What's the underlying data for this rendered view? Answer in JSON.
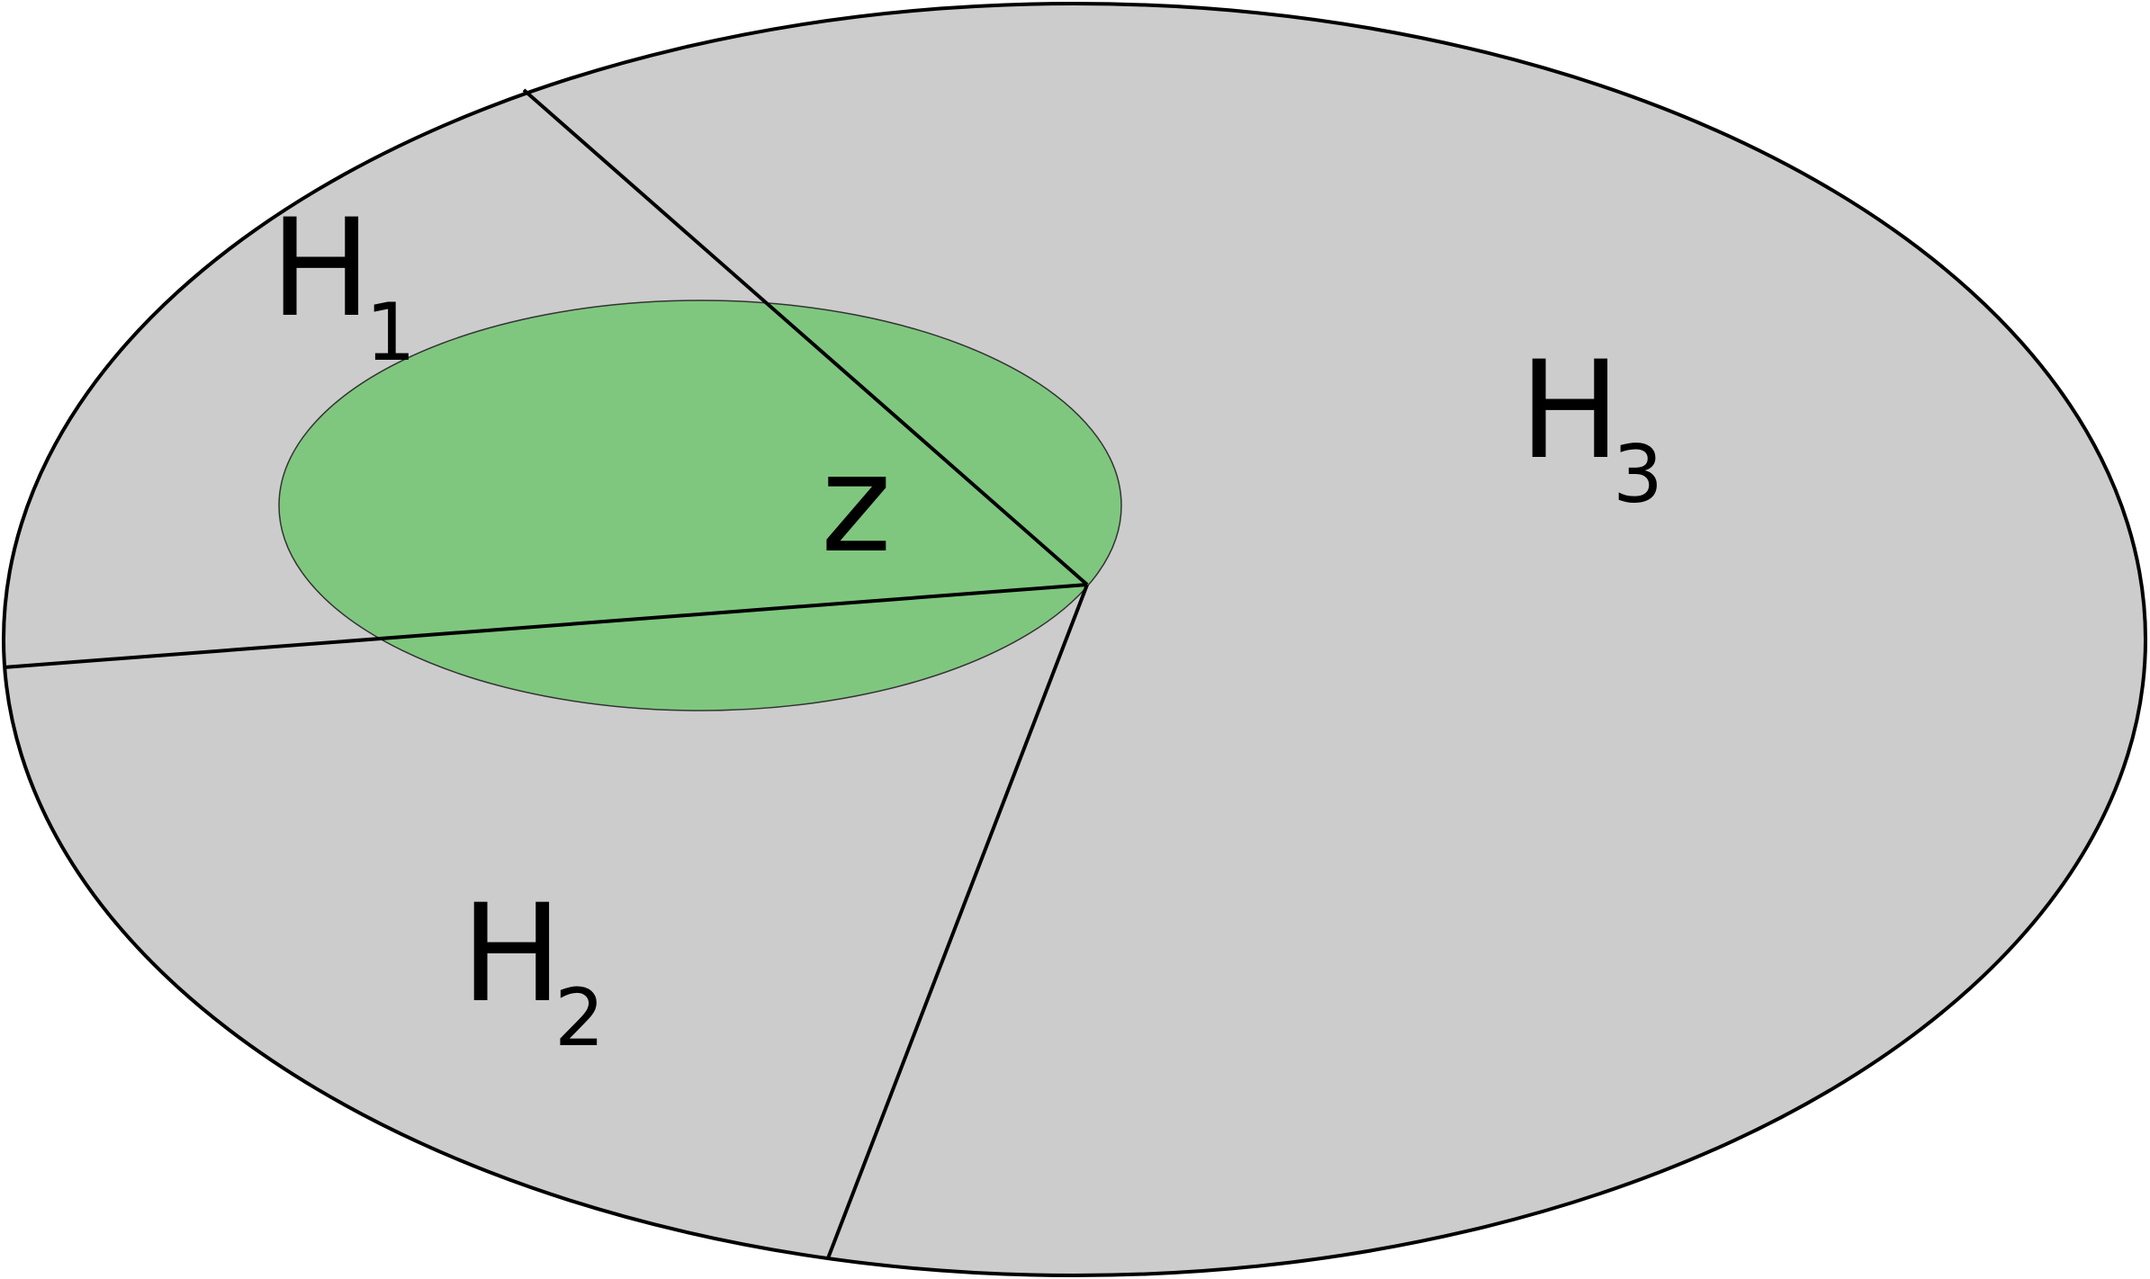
{
  "regions": [
    {
      "id": "h1",
      "letter": "H",
      "subscript": "1"
    },
    {
      "id": "h2",
      "letter": "H",
      "subscript": "2"
    },
    {
      "id": "h3",
      "letter": "H",
      "subscript": "3"
    }
  ],
  "inner_set": {
    "label": "z"
  },
  "colors": {
    "outer_fill": "#cccccc",
    "inner_fill": "#7fc77f",
    "stroke": "#000000",
    "background": "#ffffff"
  }
}
